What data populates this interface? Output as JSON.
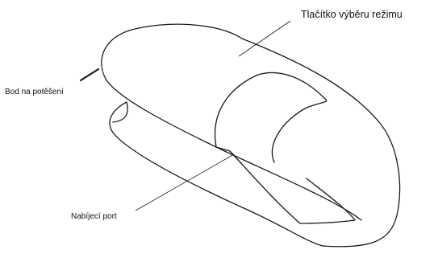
{
  "callouts": {
    "mode_button": "Tlačítko výběru režimu",
    "hotspot": "Bod na potěšení",
    "charging_port": "Nabíjecí port"
  }
}
